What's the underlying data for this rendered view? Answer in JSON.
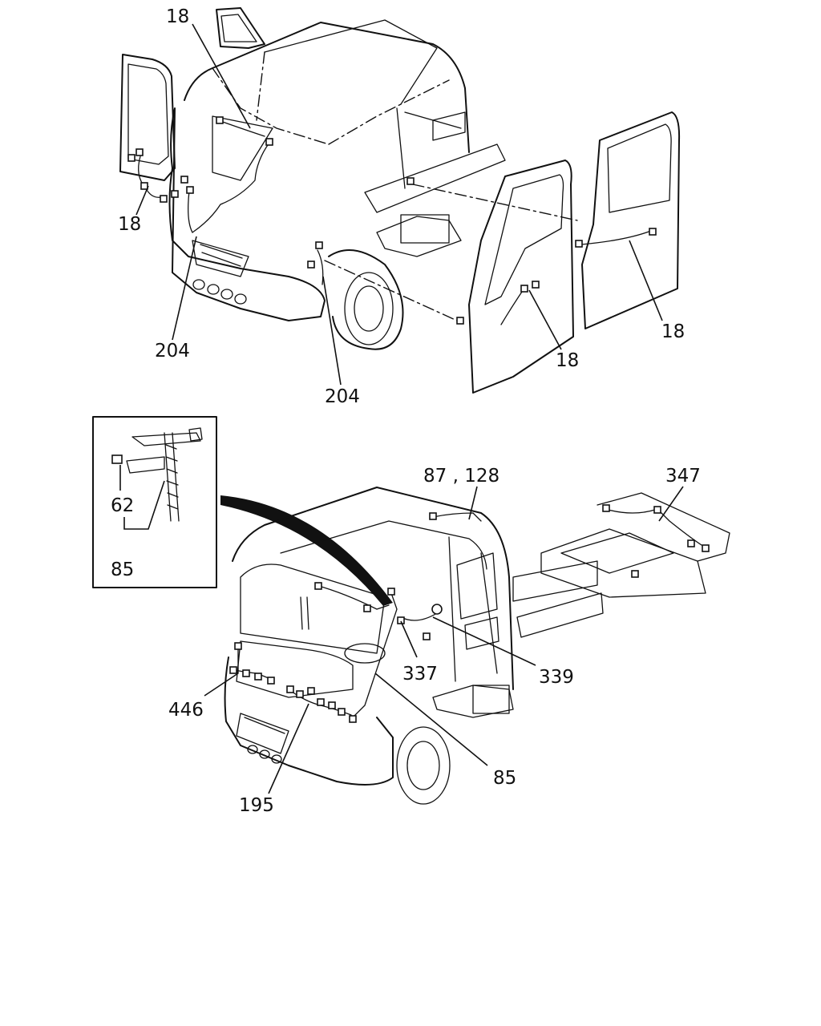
{
  "diagram": {
    "callouts": {
      "c18_top": "18",
      "c18_left": "18",
      "c18_door": "18",
      "c18_right": "18",
      "c204_a": "204",
      "c204_b": "204",
      "c87_128": "87 , 128",
      "c347": "347",
      "c62": "62",
      "c85_inset": "85",
      "c85": "85",
      "c337": "337",
      "c339": "339",
      "c446": "446",
      "c195": "195"
    }
  }
}
